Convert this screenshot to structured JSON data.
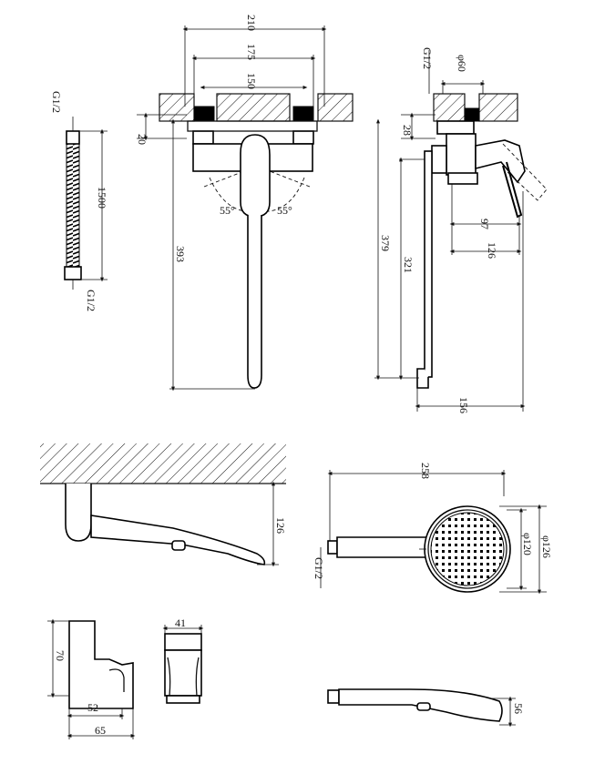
{
  "front_view": {
    "dim_210": "210",
    "dim_175": "175",
    "dim_150": "150",
    "dim_20": "20",
    "dim_393": "393",
    "angle_left": "55°",
    "angle_right": "55°"
  },
  "side_view": {
    "thread": "G1/2",
    "diameter": "φ60",
    "dim_28": "28",
    "dim_379": "379",
    "dim_321": "321",
    "dim_97": "97",
    "dim_126": "126",
    "dim_156": "156"
  },
  "hose": {
    "thread_top": "G1/2",
    "length": "1500",
    "thread_bottom": "G1/2"
  },
  "spout_view": {
    "dim_126": "126"
  },
  "handshower": {
    "length": "258",
    "diam_outer": "φ126",
    "diam_inner": "φ120",
    "thread": "G1/2",
    "side_height": "56"
  },
  "holder": {
    "dim_70": "70",
    "dim_52": "52",
    "dim_65": "65",
    "dim_41": "41"
  }
}
